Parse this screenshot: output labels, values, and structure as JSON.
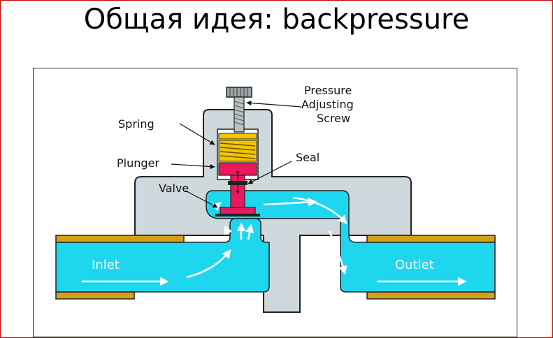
{
  "slide": {
    "title": "Общая идея: backpressure"
  },
  "diagram": {
    "labels": {
      "pressure_adjusting_screw": [
        "Pressure",
        "Adjusting",
        "Screw"
      ],
      "spring": "Spring",
      "plunger": "Plunger",
      "seal": "Seal",
      "valve": "Valve",
      "inlet": "Inlet",
      "outlet": "Outlet"
    },
    "colors": {
      "body": "#cfd8dc",
      "fluid": "#1fd6ef",
      "pipe_wall": "#d4a017",
      "spring": "#f2c500",
      "plunger": "#e8195f",
      "outline": "#222222",
      "border": "#cc0000"
    }
  }
}
